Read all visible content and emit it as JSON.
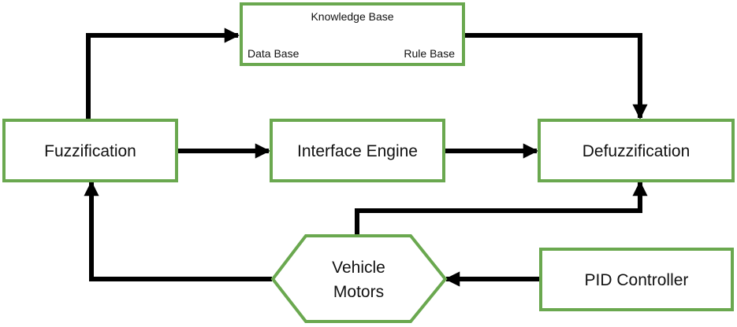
{
  "diagram": {
    "knowledge_base": {
      "title": "Knowledge Base",
      "left_label": "Data Base",
      "right_label": "Rule Base"
    },
    "fuzzification": "Fuzzification",
    "interface_engine": "Interface Engine",
    "defuzzification": "Defuzzification",
    "vehicle_motors": {
      "line1": "Vehicle",
      "line2": "Motors"
    },
    "pid_controller": "PID Controller"
  },
  "colors": {
    "box_border": "#6aa84f",
    "arrow": "#000000",
    "text": "#111111"
  }
}
